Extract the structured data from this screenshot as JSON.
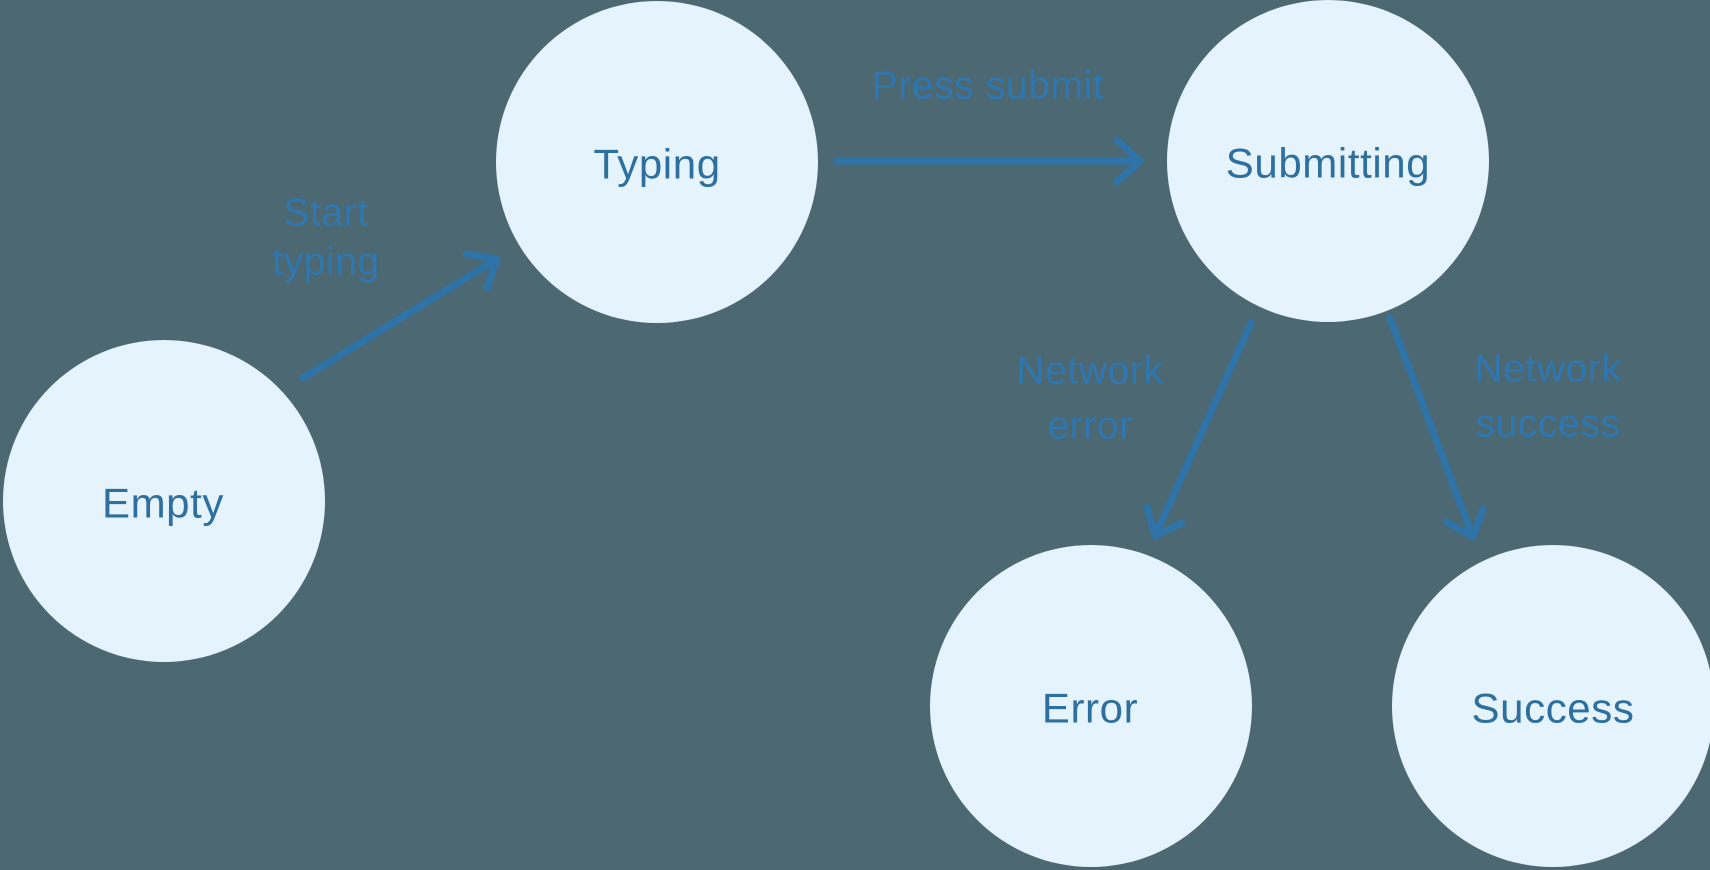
{
  "colors": {
    "background": "#4C6872",
    "node_fill": "#E4F3FC",
    "node_label": "#2D6F9F",
    "edge_label": "#2E77B0",
    "arrow": "#2E74A8"
  },
  "diagram": {
    "type": "state-machine",
    "nodes": [
      {
        "id": "empty",
        "label": "Empty"
      },
      {
        "id": "typing",
        "label": "Typing"
      },
      {
        "id": "submitting",
        "label": "Submitting"
      },
      {
        "id": "error",
        "label": "Error"
      },
      {
        "id": "success",
        "label": "Success"
      }
    ],
    "edges": [
      {
        "from": "empty",
        "to": "typing",
        "label": "Start typing",
        "lines": [
          "Start",
          "typing"
        ]
      },
      {
        "from": "typing",
        "to": "submitting",
        "label": "Press submit",
        "lines": [
          "Press submit"
        ]
      },
      {
        "from": "submitting",
        "to": "error",
        "label": "Network error",
        "lines": [
          "Network",
          "error"
        ]
      },
      {
        "from": "submitting",
        "to": "success",
        "label": "Network success",
        "lines": [
          "Network",
          "success"
        ]
      }
    ]
  }
}
